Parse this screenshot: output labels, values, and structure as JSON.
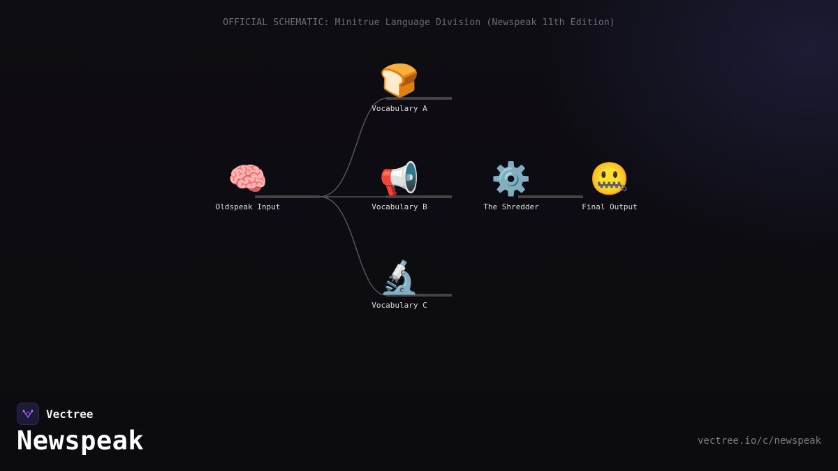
{
  "heading": "OFFICIAL SCHEMATIC: Minitrue Language Division (Newspeak 11th Edition)",
  "nodes": [
    {
      "id": "oldspeak-input",
      "label": "Oldspeak Input",
      "emoji": "🧠",
      "icon": "brain-icon"
    },
    {
      "id": "vocabulary-a",
      "label": "Vocabulary A",
      "emoji": "🍞",
      "icon": "bread-icon"
    },
    {
      "id": "vocabulary-b",
      "label": "Vocabulary B",
      "emoji": "📢",
      "icon": "megaphone-icon"
    },
    {
      "id": "vocabulary-c",
      "label": "Vocabulary C",
      "emoji": "🔬",
      "icon": "microscope-icon"
    },
    {
      "id": "the-shredder",
      "label": "The Shredder",
      "emoji": "⚙️",
      "icon": "gear-icon"
    },
    {
      "id": "final-output",
      "label": "Final Output",
      "emoji": "🤐",
      "icon": "zipper-mouth-face-icon"
    }
  ],
  "edges": [
    {
      "from": "oldspeak-input",
      "to": "vocabulary-a"
    },
    {
      "from": "oldspeak-input",
      "to": "vocabulary-b"
    },
    {
      "from": "oldspeak-input",
      "to": "vocabulary-c"
    },
    {
      "from": "the-shredder",
      "to": "final-output"
    }
  ],
  "brand": {
    "name": "Vectree",
    "logo_icon": "vectree-logo-icon",
    "logo_color": "#a855f7"
  },
  "page_title": "Newspeak",
  "url": "vectree.io/c/newspeak",
  "colors": {
    "background": "#0d0c11",
    "edge": "#555555",
    "heading": "#6e6c74"
  }
}
